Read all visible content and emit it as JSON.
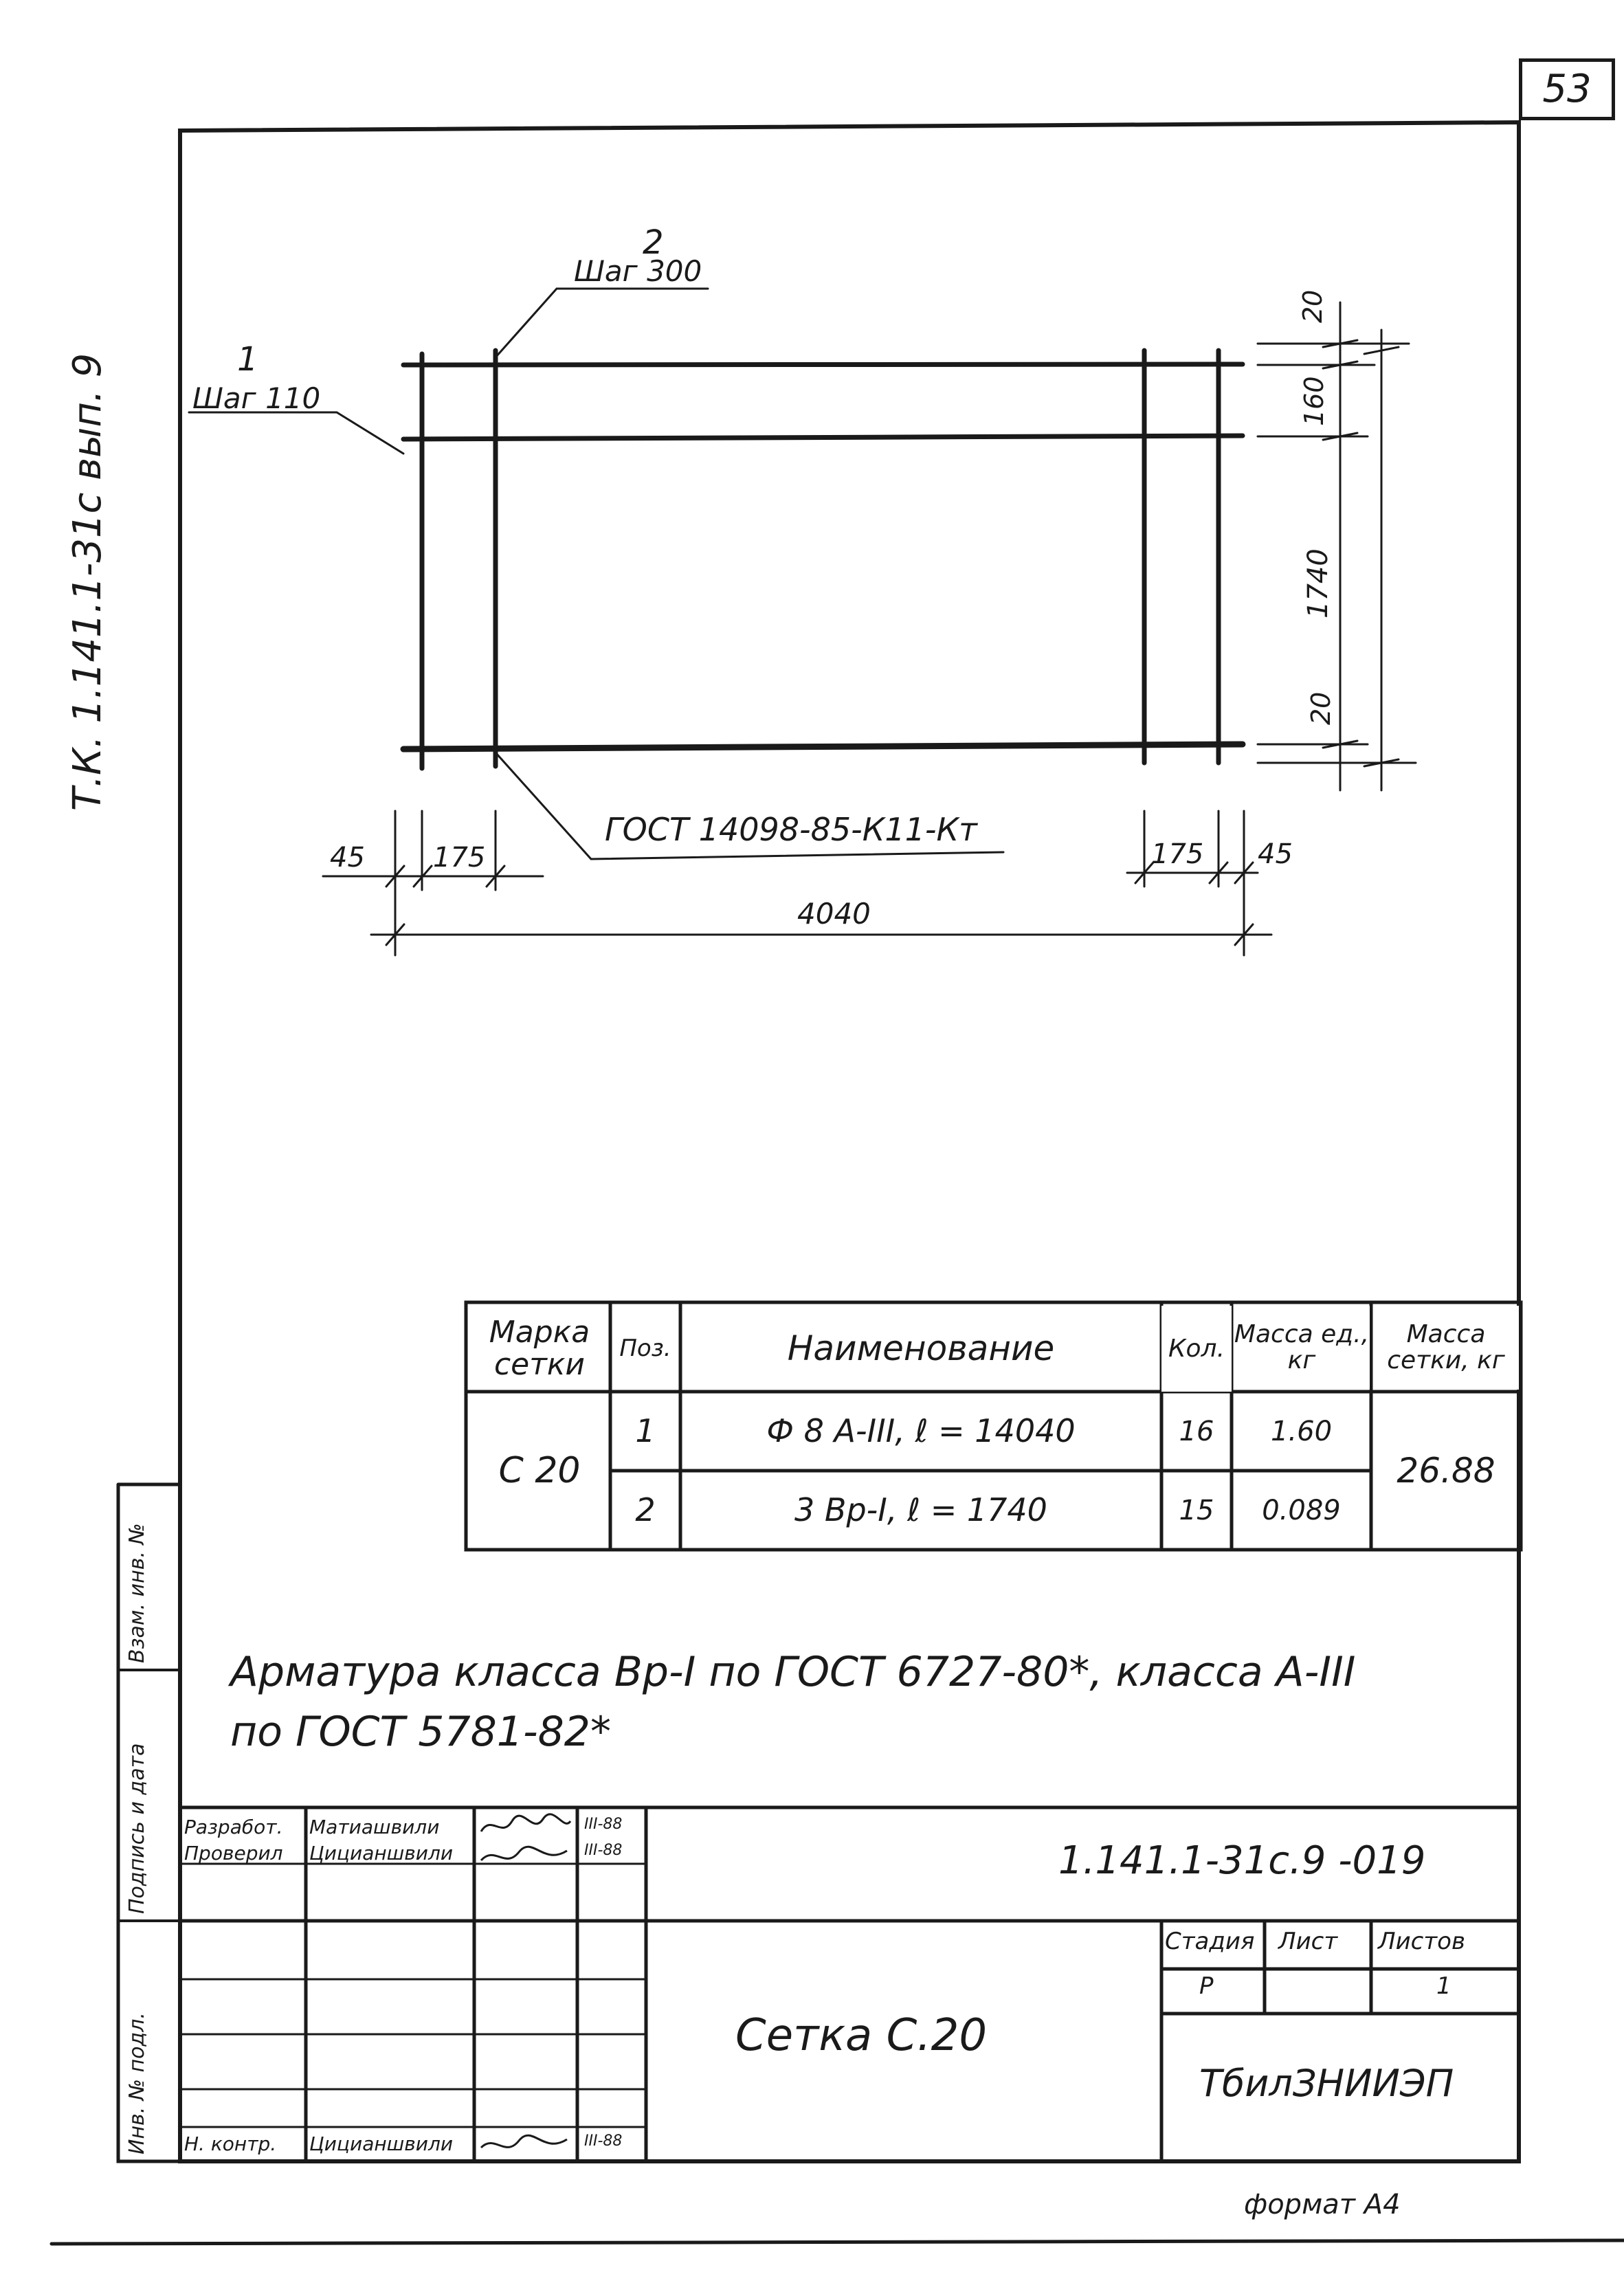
{
  "sheet_number": "53",
  "side_code": "Т.К. 1.141.1-31с вып. 9",
  "drawing": {
    "callout_1_number": "1",
    "callout_1_text": "Шаг 110",
    "callout_2_number": "2",
    "callout_2_text": "Шаг 300",
    "gost_label": "ГОСТ 14098-85-К11-Кт",
    "dims": {
      "top_20": "20",
      "d160": "160",
      "d1740": "1740",
      "bottom_20": "20",
      "left_45": "45",
      "left_175": "175",
      "right_175": "175",
      "right_45": "45",
      "total_4040": "4040"
    }
  },
  "spec_table": {
    "headers": [
      "Марка сетки",
      "Поз.",
      "Наименование",
      "Кол.",
      "Масса ед., кг",
      "Масса сетки, кг"
    ],
    "mark": "С 20",
    "rows": [
      {
        "pos": "1",
        "name": "Ф 8 А-III,   ℓ = 14040",
        "qty": "16",
        "unit_mass": "1.60"
      },
      {
        "pos": "2",
        "name": "3 Вр-I,   ℓ = 1740",
        "qty": "15",
        "unit_mass": "0.089"
      }
    ],
    "total_mass": "26.88"
  },
  "note_lines": [
    "Арматура класса Вр-I по ГОСТ 6727-80*, класса А-III",
    "по ГОСТ 5781-82*"
  ],
  "title_block": {
    "doc_code": "1.141.1-31с.9 -019",
    "title": "Сетка С.20",
    "stage_label": "Стадия",
    "sheet_label": "Лист",
    "sheets_label": "Листов",
    "stage_value": "Р",
    "sheets_value": "1",
    "org": "ТбилЗНИИЭП",
    "rows": [
      {
        "role": "Разработ.",
        "name": "Матиашвили",
        "date": "III-88"
      },
      {
        "role": "Проверил",
        "name": "Цицианшвили",
        "date": "III-88"
      },
      {
        "role": "Н. контр.",
        "name": "Цицианшвили",
        "date": "III-88"
      }
    ],
    "left_strip": [
      "Инв. № подл.",
      "Подпись и дата",
      "Взам. инв. №"
    ]
  },
  "format": "формат А4"
}
